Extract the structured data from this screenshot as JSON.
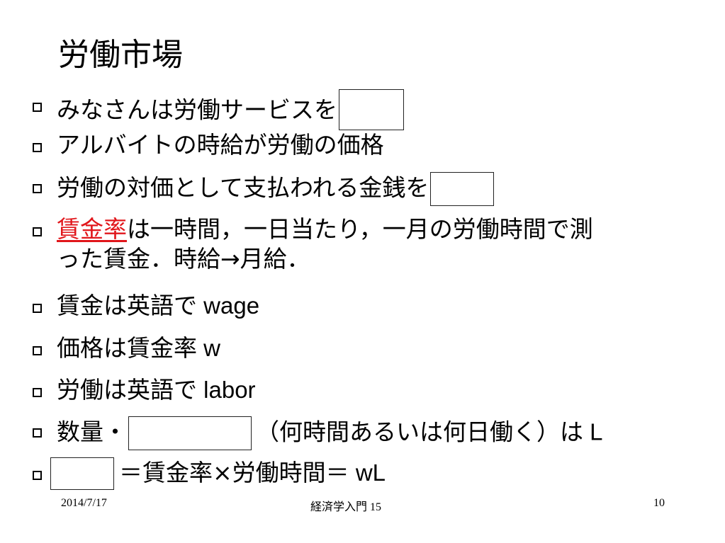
{
  "slide": {
    "title": "労働市場",
    "bullets": [
      {
        "text": "みなさんは労働サービスを"
      },
      {
        "text": "アルバイトの時給が労働の価格"
      },
      {
        "text": "労働の対価として支払われる金銭を"
      },
      {
        "highlight": "賃金率",
        "rest": "は一時間，一日当たり，一月の労働時間で測",
        "line2": "った賃金．時給→月給．"
      },
      {
        "text": "賃金は英語で",
        "latin": " wage"
      },
      {
        "text": "価格は賃金率",
        "latin": " w"
      },
      {
        "text": "労働は英語で",
        "latin": " labor"
      },
      {
        "pre": "数量・",
        "post": "（何時間あるいは何日働く）は",
        "latin": " L"
      },
      {
        "post": "＝賃金率×労働時間＝",
        "latin": " wL"
      }
    ]
  },
  "footer": {
    "date": "2014/7/17",
    "course": "経済学入門 15",
    "page": "10"
  }
}
